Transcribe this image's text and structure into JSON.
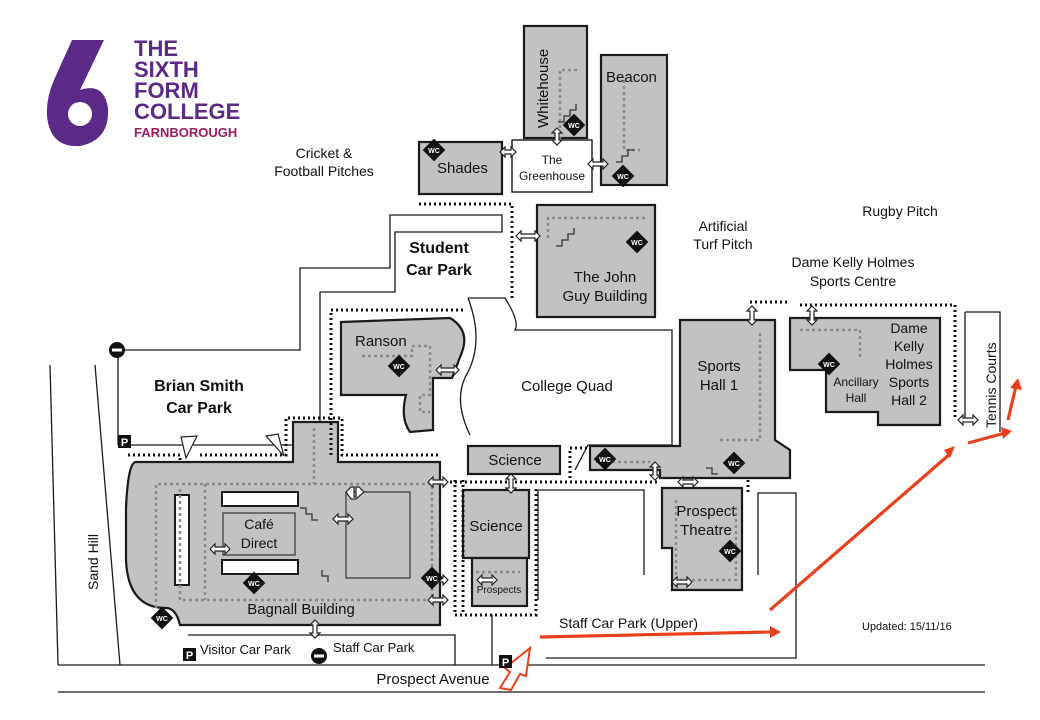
{
  "logo": {
    "numeral": "6",
    "lines": [
      "THE",
      "SIXTH",
      "FORM",
      "COLLEGE"
    ],
    "town": "FARNBOROUGH",
    "colors": {
      "purple": "#5b2a86",
      "magenta": "#a0195f"
    }
  },
  "buildings": {
    "whitehouse": "Whitehouse",
    "beacon": "Beacon",
    "shades": "Shades",
    "greenhouse_line1": "The",
    "greenhouse_line2": "Greenhouse",
    "john_guy_line1": "The John",
    "john_guy_line2": "Guy Building",
    "ranson": "Ranson",
    "science_top": "Science",
    "science_block": "Science",
    "prospects": "Prospects",
    "sports_hall_line1": "Sports",
    "sports_hall_line2": "Hall 1",
    "dkh_hall_line1": "Dame",
    "dkh_hall_line2": "Kelly",
    "dkh_hall_line3": "Holmes",
    "dkh_hall_line4": "Sports",
    "dkh_hall_line5": "Hall 2",
    "ancillary_line1": "Ancillary",
    "ancillary_line2": "Hall",
    "prospect_theatre_line1": "Prospect",
    "prospect_theatre_line2": "Theatre",
    "cafe_line1": "Café",
    "cafe_line2": "Direct",
    "bagnall": "Bagnall Building"
  },
  "areas": {
    "cricket_line1": "Cricket &",
    "cricket_line2": "Football Pitches",
    "student_cp_line1": "Student",
    "student_cp_line2": "Car Park",
    "brian_smith_line1": "Brian Smith",
    "brian_smith_line2": "Car Park",
    "college_quad": "College Quad",
    "artificial_line1": "Artificial",
    "artificial_line2": "Turf Pitch",
    "rugby": "Rugby Pitch",
    "dkh_centre_line1": "Dame Kelly Holmes",
    "dkh_centre_line2": "Sports Centre",
    "tennis": "Tennis Courts",
    "sand_hill": "Sand Hill",
    "visitor_cp": "Visitor Car Park",
    "staff_cp": "Staff Car Park",
    "staff_cp_upper": "Staff Car Park (Upper)",
    "prospect_avenue": "Prospect Avenue"
  },
  "symbols": {
    "wc": "WC",
    "parking": "P"
  },
  "updated": "Updated: 15/11/16",
  "colors": {
    "building_fill": "#c2c2c2",
    "route": "#e8401c",
    "no_entry": "#111111"
  }
}
